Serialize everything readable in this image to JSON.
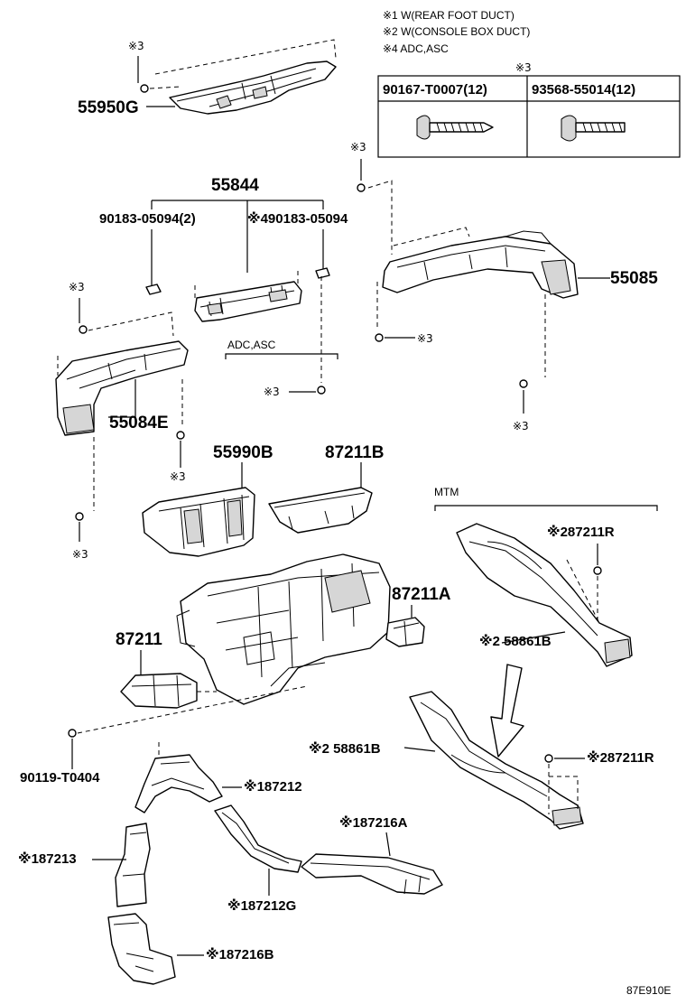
{
  "notes": [
    "※1 W(REAR FOOT DUCT)",
    "※2 W(CONSOLE BOX DUCT)",
    "※4 ADC,ASC"
  ],
  "fastener_table": {
    "mark": "※3",
    "columns": [
      "90167-T0007(12)",
      "93568-55014(12)"
    ],
    "icons": [
      "screw-icon",
      "bolt-icon"
    ]
  },
  "labels": {
    "p55950G": "55950G",
    "p55844": "55844",
    "p90183_05094_2": "90183-05094(2)",
    "p90183_05094": "※490183-05094",
    "p55085": "55085",
    "p55084E": "55084E",
    "adc_asc": "ADC,ASC",
    "p55990B": "55990B",
    "p87211B": "87211B",
    "mtm": "MTM",
    "p87211R_top": "※287211R",
    "p87211A": "87211A",
    "p87211": "87211",
    "p58861B_top": "※2 58861B",
    "p58861B_bottom": "※2 58861B",
    "p87211R_bottom": "※287211R",
    "p90119_T0404": "90119-T0404",
    "p87212": "※187212",
    "p87216A": "※187216A",
    "p87213": "※187213",
    "p87212G": "※187212G",
    "p87216B": "※187216B",
    "mark3": "※3",
    "code": "87E910E"
  }
}
